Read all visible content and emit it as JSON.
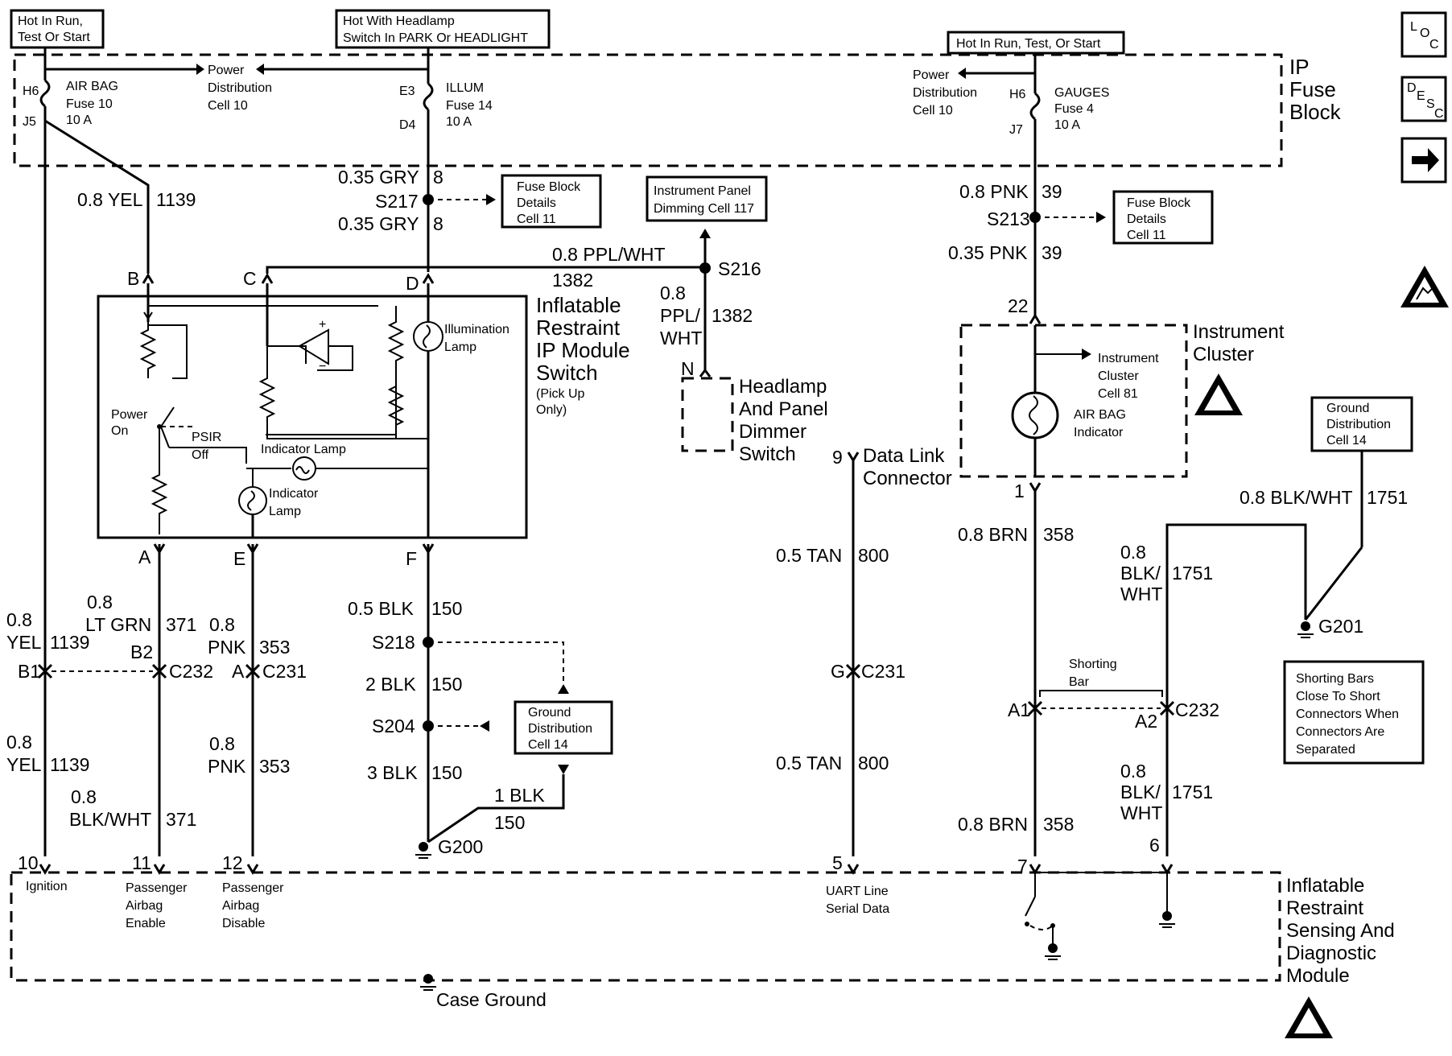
{
  "top_boxes": {
    "hot_run_start": [
      "Hot In Run,",
      "Test Or Start"
    ],
    "hot_headlamp": [
      "Hot With Headlamp",
      "Switch In PARK Or HEADLIGHT"
    ],
    "hot_run_test_start": "Hot In Run, Test, Or Start"
  },
  "ip_fuse_block": {
    "label": [
      "IP",
      "Fuse",
      "Block"
    ],
    "airbag_fuse": {
      "pin_top": "H6",
      "pin_bot": "J5",
      "label": [
        "AIR BAG",
        "Fuse 10",
        "10 A"
      ]
    },
    "power_dist_left": [
      "Power",
      "Distribution",
      "Cell 10"
    ],
    "illum_fuse": {
      "pin_top": "E3",
      "pin_bot": "D4",
      "label": [
        "ILLUM",
        "Fuse 14",
        "10 A"
      ]
    },
    "power_dist_right": [
      "Power",
      "Distribution",
      "Cell 10"
    ],
    "gauges_fuse": {
      "pin_top": "H6",
      "pin_bot": "J7",
      "label": [
        "GAUGES",
        "Fuse 4",
        "10 A"
      ]
    }
  },
  "nav_icons": {
    "loc": [
      "L",
      "O",
      "C"
    ],
    "desc": [
      "D",
      "E",
      "S",
      "C"
    ],
    "arrow": "arrow-right-icon"
  },
  "wires": {
    "w1139_top": {
      "size": "0.8 YEL",
      "circuit": "1139"
    },
    "w8_a": {
      "size": "0.35 GRY",
      "circuit": "8"
    },
    "s217": "S217",
    "w8_b": {
      "size": "0.35 GRY",
      "circuit": "8"
    },
    "w1382_h": {
      "size": "0.8 PPL/WHT",
      "circuit": "1382"
    },
    "s216": "S216",
    "w1382_v": {
      "size": [
        "0.8",
        "PPL/",
        "WHT"
      ],
      "circuit": "1382"
    },
    "w39_a": {
      "size": "0.8 PNK",
      "circuit": "39"
    },
    "s213": "S213",
    "w39_b": {
      "size": "0.35 PNK",
      "circuit": "39"
    },
    "w1139_b1": {
      "size": [
        "0.8",
        "YEL"
      ],
      "circuit": "1139"
    },
    "w371_a": {
      "size": [
        "0.8",
        "LT GRN"
      ],
      "circuit": "371"
    },
    "w353_a": {
      "size": [
        "0.8",
        "PNK"
      ],
      "circuit": "353"
    },
    "w1139_low": {
      "size": [
        "0.8",
        "YEL"
      ],
      "circuit": "1139"
    },
    "w371_low": {
      "size": [
        "0.8",
        "BLK/WHT"
      ],
      "circuit": "371"
    },
    "w353_low": {
      "size": [
        "0.8",
        "PNK"
      ],
      "circuit": "353"
    },
    "w150_a": {
      "size": "0.5 BLK",
      "circuit": "150"
    },
    "s218": "S218",
    "w150_b": {
      "size": "2 BLK",
      "circuit": "150"
    },
    "s204": "S204",
    "w150_c": {
      "size": "3 BLK",
      "circuit": "150"
    },
    "w150_d": {
      "size": "1 BLK",
      "circuit": "150"
    },
    "g200": "G200",
    "w800_a": {
      "size": "0.5 TAN",
      "circuit": "800"
    },
    "w800_b": {
      "size": "0.5 TAN",
      "circuit": "800"
    },
    "w358_a": {
      "size": "0.8 BRN",
      "circuit": "358"
    },
    "w358_b": {
      "size": "0.8 BRN",
      "circuit": "358"
    },
    "w1751_top": {
      "size": "0.8 BLK/WHT",
      "circuit": "1751"
    },
    "w1751_a": {
      "size": [
        "0.8",
        "BLK/",
        "WHT"
      ],
      "circuit": "1751"
    },
    "w1751_b": {
      "size": [
        "0.8",
        "BLK/",
        "WHT"
      ],
      "circuit": "1751"
    },
    "g201": "G201"
  },
  "ref_boxes": {
    "fuse_block_details_1": [
      "Fuse Block",
      "Details",
      "Cell 11"
    ],
    "ip_dimming": [
      "Instrument Panel",
      "Dimming Cell 117"
    ],
    "fuse_block_details_2": [
      "Fuse Block",
      "Details",
      "Cell 11"
    ],
    "ground_dist_1": [
      "Ground",
      "Distribution",
      "Cell 14"
    ],
    "ground_dist_2": [
      "Ground",
      "Distribution",
      "Cell 14"
    ],
    "shorting_note": [
      "Shorting Bars",
      "Close To Short",
      "Connectors When",
      "Connectors Are",
      "Separated"
    ]
  },
  "switch_module": {
    "name": [
      "Inflatable",
      "Restraint",
      "IP Module",
      "Switch"
    ],
    "note": [
      "(Pick Up",
      "Only)"
    ],
    "pins": {
      "B": "B",
      "C": "C",
      "D": "D",
      "A": "A",
      "E": "E",
      "F": "F"
    },
    "power_on": [
      "Power",
      "On"
    ],
    "psir_off": [
      "PSIR",
      "Off"
    ],
    "illum_lamp": [
      "Illumination",
      "Lamp"
    ],
    "ind_lamp_1": "Indicator Lamp",
    "ind_lamp_2": [
      "Indicator",
      "Lamp"
    ]
  },
  "headlamp_switch": {
    "pin": "N",
    "name": [
      "Headlamp",
      "And Panel",
      "Dimmer",
      "Switch"
    ]
  },
  "instrument_cluster": {
    "name": [
      "Instrument",
      "Cluster"
    ],
    "pin_top": "22",
    "pin_bot": "1",
    "ref": [
      "Instrument",
      "Cluster",
      "Cell 81"
    ],
    "indicator": [
      "AIR BAG",
      "Indicator"
    ]
  },
  "data_link": {
    "pin": "9",
    "name": [
      "Data Link",
      "Connector"
    ]
  },
  "connectors": {
    "c232_left": {
      "b1": "B1",
      "b2": "B2",
      "name": "C232"
    },
    "c231_left": {
      "pin": "A",
      "name": "C231"
    },
    "c231_mid": {
      "pin": "G",
      "name": "C231"
    },
    "c232_right": {
      "a1": "A1",
      "a2": "A2",
      "name": "C232"
    },
    "shorting_bar": [
      "Shorting",
      "Bar"
    ]
  },
  "sdm": {
    "name": [
      "Inflatable",
      "Restraint",
      "Sensing And",
      "Diagnostic",
      "Module"
    ],
    "pins": {
      "p10": "10",
      "p11": "11",
      "p12": "12",
      "p5": "5",
      "p7": "7",
      "p6": "6"
    },
    "pin_labels": {
      "ignition": "Ignition",
      "enable": [
        "Passenger",
        "Airbag",
        "Enable"
      ],
      "disable": [
        "Passenger",
        "Airbag",
        "Disable"
      ],
      "uart": [
        "UART Line",
        "Serial Data"
      ]
    },
    "case_ground": "Case Ground"
  }
}
